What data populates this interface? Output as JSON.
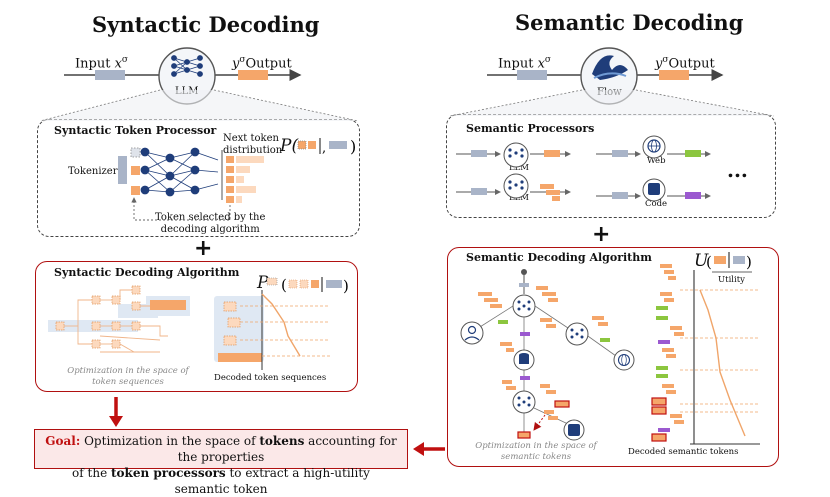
{
  "left": {
    "title": "Syntactic Decoding",
    "input_label": "Input",
    "input_sym": "x",
    "input_sup": "σ",
    "output_sym": "y",
    "output_sup": "σ",
    "output_label": "Output",
    "model_label": "LLM",
    "processor_box": {
      "title": "Syntactic Token Processor",
      "tokenizer": "Tokenizer",
      "next_token_1": "Next token",
      "next_token_2": "distribution",
      "prob_prefix": "P(",
      "prob_suffix": ")",
      "selected_1": "Token selected by the",
      "selected_2": "decoding algorithm"
    },
    "plus": "+",
    "algorithm_box": {
      "title": "Syntactic Decoding Algorithm",
      "caption_1": "Optimization in the space of",
      "caption_2": "token sequences",
      "decoded_caption": "Decoded token sequences",
      "p_symbol": "P"
    }
  },
  "right": {
    "title": "Semantic Decoding",
    "input_label": "Input",
    "input_sym": "x",
    "input_sup": "σ",
    "output_sym": "y",
    "output_sup": "σ",
    "output_label": "Output",
    "model_label": "Flow",
    "processor_box": {
      "title": "Semantic Processors",
      "llm_1": "LLM",
      "llm_2": "LLM",
      "web": "Web",
      "code": "Code",
      "ellipsis": "..."
    },
    "plus": "+",
    "algorithm_box": {
      "title": "Semantic Decoding Algorithm",
      "caption_1": "Optimization in the space of",
      "caption_2": "semantic tokens",
      "decoded_caption": "Decoded semantic tokens",
      "u_symbol": "U",
      "utility": "Utility"
    }
  },
  "goal": {
    "label": "Goal:",
    "t1": " Optimization in the space of ",
    "k1": "tokens",
    "t2": " accounting for the properties",
    "t3": "of the ",
    "k2": "token processors",
    "t4": " to extract a high-utility semantic token"
  },
  "colors": {
    "accent_red": "#b01010",
    "token_orange": "#f5a66a",
    "token_gray": "#a9b4c8",
    "token_green": "#8cc63f",
    "token_purple": "#9b59d0",
    "node_blue": "#1f3d7a",
    "highlight_blue": "#dfe8f3"
  }
}
